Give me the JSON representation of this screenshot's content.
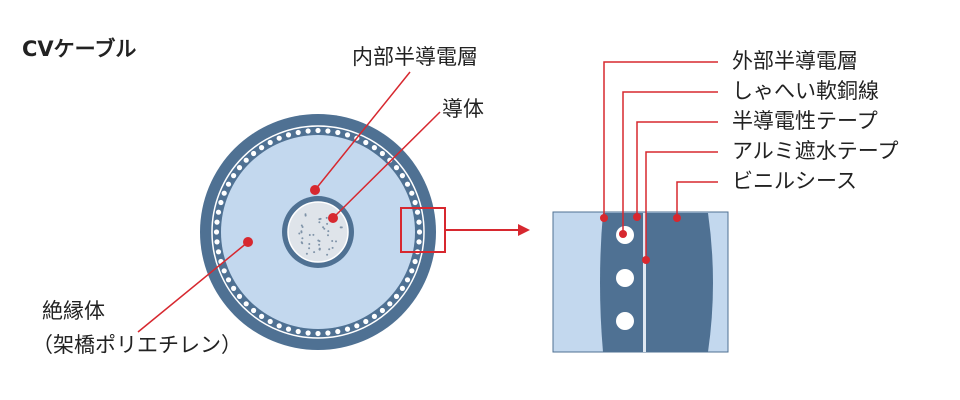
{
  "title": "CVケーブル",
  "labels": {
    "inner_semiconductive": "内部半導電層",
    "conductor": "導体",
    "insulation_line1": "絶縁体",
    "insulation_line2": "（架橋ポリエチレン）",
    "outer_semiconductive": "外部半導電層",
    "shield_wire": "しゃへい軟銅線",
    "semiconductive_tape": "半導電性テープ",
    "aluminum_tape": "アルミ遮水テープ",
    "vinyl_sheath": "ビニルシース"
  },
  "colors": {
    "sheath": "#4f7193",
    "insulation": "#c3d8ee",
    "conductor": "#dfe4ea",
    "leader": "#d7282f",
    "text": "#222222"
  }
}
